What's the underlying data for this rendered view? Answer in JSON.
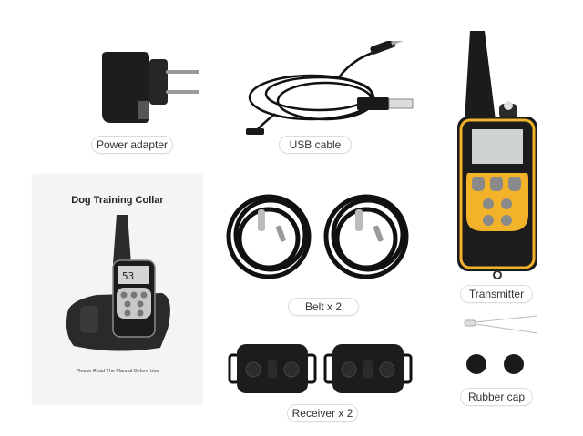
{
  "items": [
    {
      "id": "power-adapter",
      "label": "Power adapter"
    },
    {
      "id": "usb-cable",
      "label": "USB cable"
    },
    {
      "id": "transmitter",
      "label": "Transmitter"
    },
    {
      "id": "belt",
      "label": "Belt x 2"
    },
    {
      "id": "receiver",
      "label": "Receiver x 2"
    },
    {
      "id": "rubber-cap",
      "label": "Rubber cap"
    }
  ],
  "manual": {
    "title": "Dog Training Collar",
    "display_value": "53",
    "footer": "Please Read The Manual Before Use"
  },
  "colors": {
    "background": "#ffffff",
    "device_body": "#1f1f1f",
    "accent_yellow": "#f2b229",
    "screen": "#cfd3cf",
    "button_gray": "#8a8a8a"
  }
}
